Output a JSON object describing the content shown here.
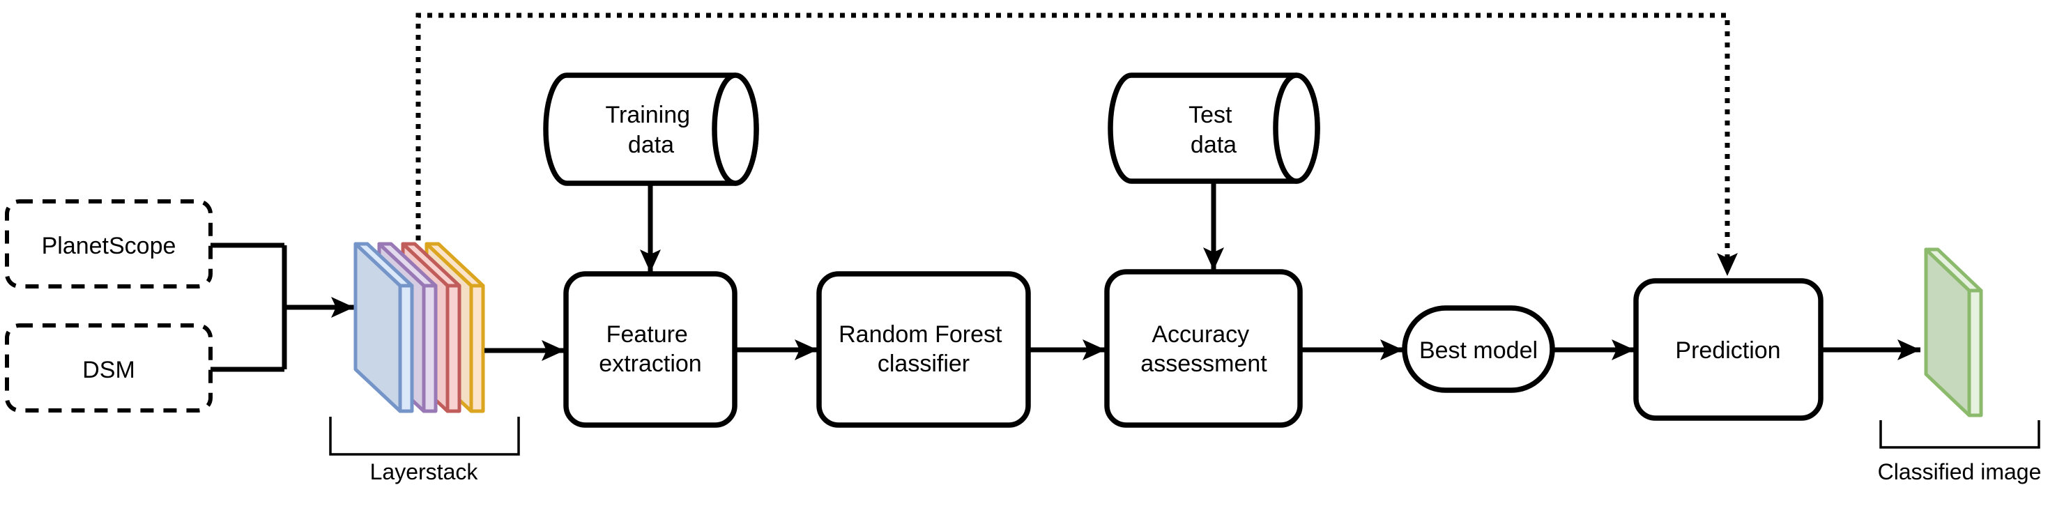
{
  "canvas": {
    "background": "#ffffff",
    "stroke": "#000000"
  },
  "nodes": {
    "planetscope": {
      "label": "PlanetScope"
    },
    "dsm": {
      "label": "DSM"
    },
    "training_data": {
      "line1": "Training",
      "line2": "data"
    },
    "test_data": {
      "line1": "Test",
      "line2": "data"
    },
    "feature_extraction": {
      "line1": "Feature",
      "line2": "extraction"
    },
    "random_forest": {
      "line1": "Random Forest",
      "line2": "classifier"
    },
    "accuracy_assessment": {
      "line1": "Accuracy",
      "line2": "assessment"
    },
    "best_model": {
      "label": "Best model"
    },
    "prediction": {
      "label": "Prediction"
    }
  },
  "captions": {
    "layerstack": "Layerstack",
    "classified_image": "Classified image"
  },
  "layers": [
    {
      "name": "blue",
      "stroke": "#7595c9",
      "front": "#c9d6e8",
      "side": "#dbe8fa"
    },
    {
      "name": "purple",
      "stroke": "#9878b5",
      "front": "#d6cde2",
      "side": "#e3daee"
    },
    {
      "name": "red",
      "stroke": "#c05c59",
      "front": "#f2caca",
      "side": "#f8d2d0"
    },
    {
      "name": "orange",
      "stroke": "#dba51f",
      "front": "#f4dec4",
      "side": "#fbe4c9"
    }
  ],
  "output_layer": {
    "name": "green",
    "stroke": "#8cba6d",
    "front": "#c7d9bd",
    "side": "#e7f1e0"
  }
}
